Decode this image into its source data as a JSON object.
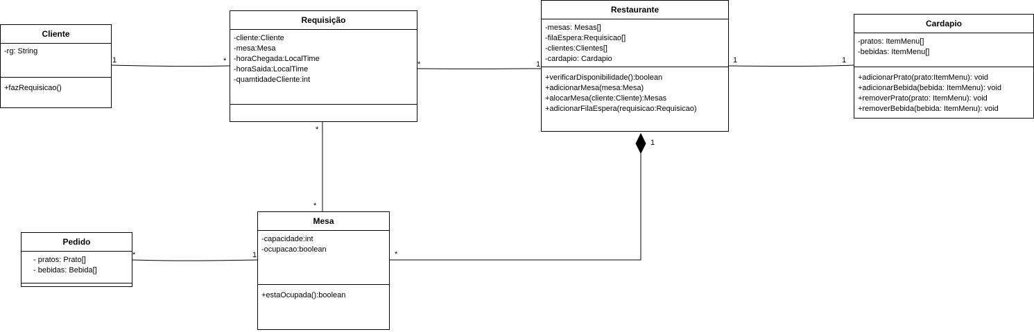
{
  "classes": {
    "cliente": {
      "name": "Cliente",
      "attributes": [
        "-rg: String"
      ],
      "methods": [
        "+fazRequisicao()"
      ]
    },
    "requisicao": {
      "name": "Requisição",
      "attributes": [
        "-cliente:Cliente",
        "-mesa:Mesa",
        "-horaChegada:LocalTime",
        "-horaSaida:LocalTime",
        "-quamtidadeCliente:int"
      ],
      "methods": []
    },
    "restaurante": {
      "name": "Restaurante",
      "attributes": [
        "-mesas: Mesas[]",
        "-filaEspera:Requisicao[]",
        "-clientes:Clientes[]",
        "-cardapio: Cardapio"
      ],
      "methods": [
        "+verificarDisponibilidade():boolean",
        "+adicionarMesa(mesa:Mesa)",
        "+alocarMesa(cliente:Cliente):Mesas",
        "+adicionarFilaEspera(requisicao:Requisicao)"
      ]
    },
    "cardapio": {
      "name": "Cardapio",
      "attributes": [
        "-pratos: ItemMenu[]",
        "-bebidas: ItemMenu[]"
      ],
      "methods": [
        "+adicionarPrato(prato:ItemMenu): void",
        "+adicionarBebida(bebida: ItemMenu): void",
        "+removerPrato(prato: ItemMenu): void",
        "+removerBebida(bebida: ItemMenu): void"
      ]
    },
    "pedido": {
      "name": "Pedido",
      "attributes": [
        "- pratos: Prato[]",
        "- bebidas: Bebida[]"
      ],
      "methods": []
    },
    "mesa": {
      "name": "Mesa",
      "attributes": [
        "-capacidade:int",
        "-ocupacao:boolean"
      ],
      "methods": [
        "+estaOcupada():boolean"
      ]
    }
  },
  "multiplicities": {
    "cliente_req_cliente": "1",
    "cliente_req_req": "*",
    "req_rest_req": "*",
    "req_rest_rest": "1",
    "rest_card_rest": "1",
    "rest_card_card": "1",
    "req_mesa_req": "*",
    "req_mesa_mesa": "*",
    "pedido_mesa_pedido": "*",
    "pedido_mesa_mesa": "1",
    "mesa_rest_mesa": "*",
    "mesa_rest_rest": "1"
  }
}
